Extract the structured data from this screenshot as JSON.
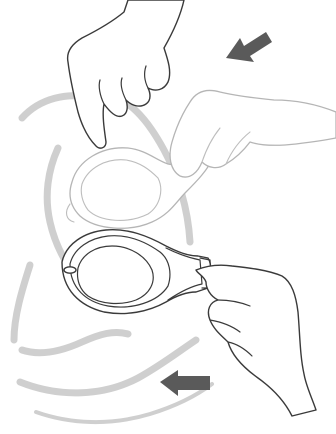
{
  "figure": {
    "description_free": true,
    "colors": {
      "line": "#3a3a3a",
      "ghost_line": "#b5b5b5",
      "ear": "#cfcfcf",
      "arrow": "#5a5a5a",
      "background": "#ffffff"
    },
    "arrows": [
      {
        "name": "arrow-top",
        "direction": "down-left"
      },
      {
        "name": "arrow-bottom",
        "direction": "left"
      }
    ]
  }
}
